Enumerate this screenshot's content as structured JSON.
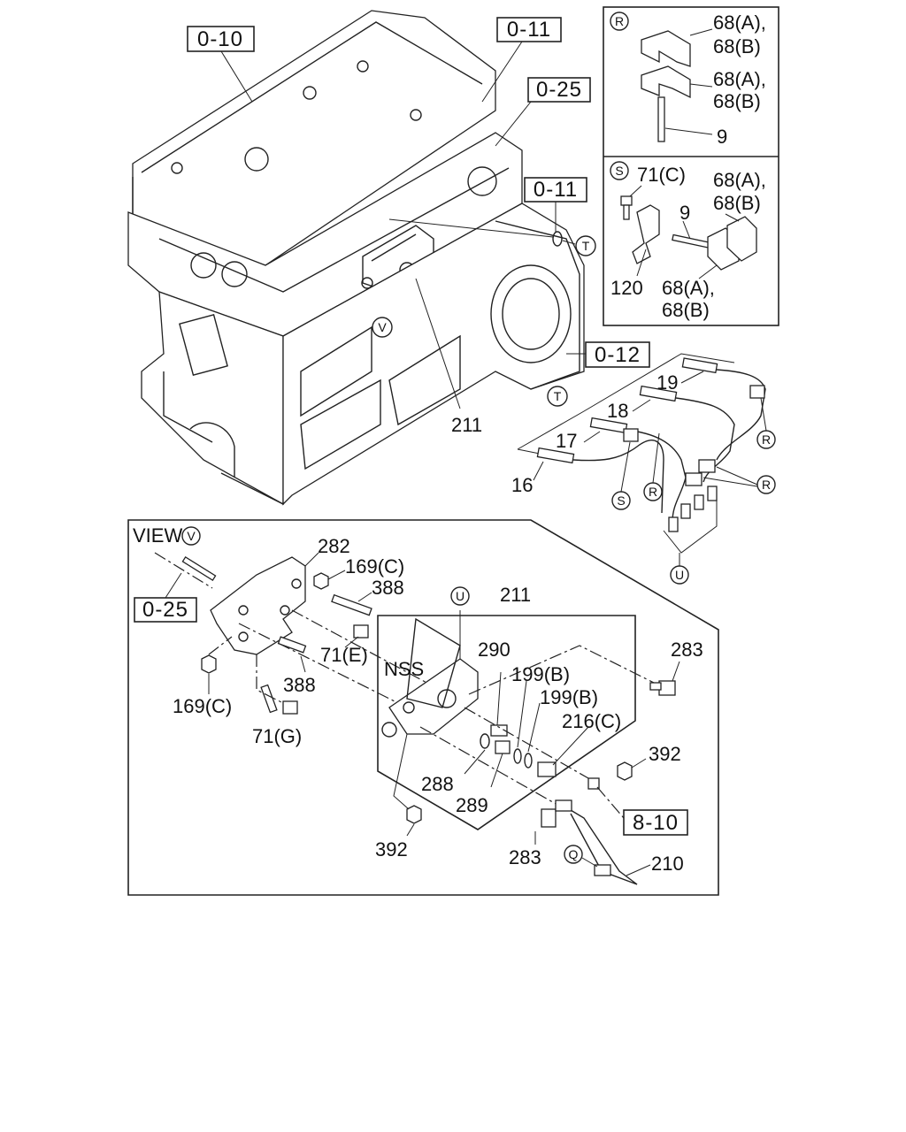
{
  "refs": {
    "r_0_10": "0-10",
    "r_0_11a": "0-11",
    "r_0_25a": "0-25",
    "r_0_11b": "0-11",
    "r_0_12": "0-12",
    "r_0_25b": "0-25",
    "r_8_10": "8-10"
  },
  "markers": {
    "R": "R",
    "S": "S",
    "T": "T",
    "U": "U",
    "V": "V",
    "Q": "Q"
  },
  "labels": {
    "p211_top": "211",
    "p16": "16",
    "p17": "17",
    "p18": "18",
    "p19": "19",
    "p9a": "9",
    "p9b": "9",
    "p71c": "71(C)",
    "p120": "120",
    "p68_1a": "68(A),",
    "p68_1b": "68(B)",
    "p68_2a": "68(A),",
    "p68_2b": "68(B)",
    "p68_3a": "68(A),",
    "p68_3b": "68(B)",
    "p68_4a": "68(A),",
    "p68_4b": "68(B)",
    "view": "VIEW",
    "p282": "282",
    "p169c_1": "169(C)",
    "p388_1": "388",
    "p211_box": "211",
    "p290": "290",
    "p283_1": "283",
    "nss": "NSS",
    "p71e": "71(E)",
    "p388_2": "388",
    "p199b_1": "199(B)",
    "p199b_2": "199(B)",
    "p169c_2": "169(C)",
    "p216c": "216(C)",
    "p71g": "71(G)",
    "p392_1": "392",
    "p288": "288",
    "p289": "289",
    "p392_2": "392",
    "p283_2": "283",
    "p210": "210"
  }
}
